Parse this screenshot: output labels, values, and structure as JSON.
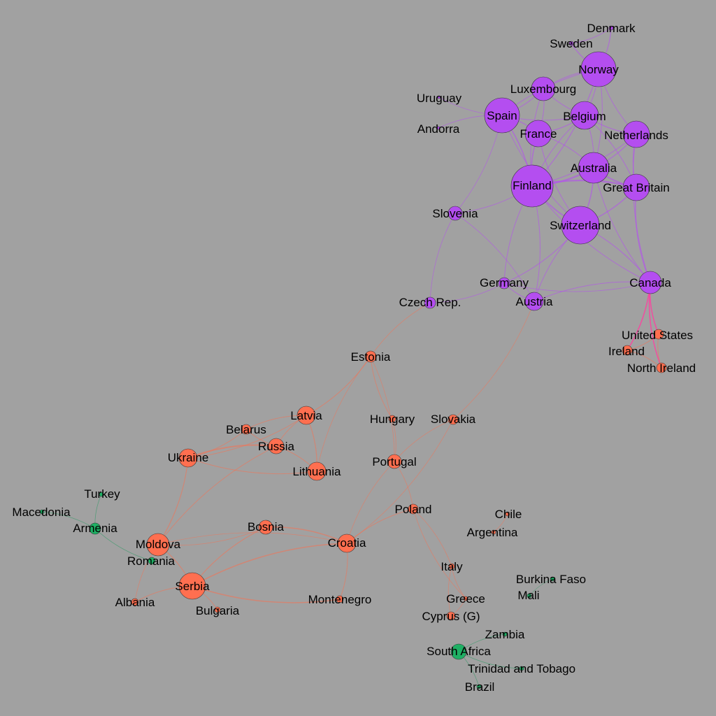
{
  "diagram": {
    "type": "network-graph",
    "colors": {
      "background": "#a1a1a1",
      "cluster_purple": "#b44ef0",
      "cluster_orange": "#ff6f50",
      "cluster_green": "#1eb064",
      "edge_purple": "#b44ef0",
      "edge_orange": "#f07458",
      "edge_green": "#2a9a62",
      "edge_pink": "#ff3fa0"
    },
    "nodes": [
      {
        "id": "denmark",
        "label": "Denmark",
        "cluster": "purple"
      },
      {
        "id": "sweden",
        "label": "Sweden",
        "cluster": "purple"
      },
      {
        "id": "norway",
        "label": "Norway",
        "cluster": "purple"
      },
      {
        "id": "luxembourg",
        "label": "Luxembourg",
        "cluster": "purple"
      },
      {
        "id": "uruguay",
        "label": "Uruguay",
        "cluster": "purple"
      },
      {
        "id": "spain",
        "label": "Spain",
        "cluster": "purple"
      },
      {
        "id": "belgium",
        "label": "Belgium",
        "cluster": "purple"
      },
      {
        "id": "andorra",
        "label": "Andorra",
        "cluster": "purple"
      },
      {
        "id": "france",
        "label": "France",
        "cluster": "purple"
      },
      {
        "id": "netherlands",
        "label": "Netherlands",
        "cluster": "purple"
      },
      {
        "id": "australia",
        "label": "Australia",
        "cluster": "purple"
      },
      {
        "id": "finland",
        "label": "Finland",
        "cluster": "purple"
      },
      {
        "id": "greatbritain",
        "label": "Great Britain",
        "cluster": "purple"
      },
      {
        "id": "slovenia",
        "label": "Slovenia",
        "cluster": "purple"
      },
      {
        "id": "switzerland",
        "label": "Switzerland",
        "cluster": "purple"
      },
      {
        "id": "germany",
        "label": "Germany",
        "cluster": "purple"
      },
      {
        "id": "canada",
        "label": "Canada",
        "cluster": "purple"
      },
      {
        "id": "czech",
        "label": "Czech Rep.",
        "cluster": "purple"
      },
      {
        "id": "austria",
        "label": "Austria",
        "cluster": "purple"
      },
      {
        "id": "unitedstates",
        "label": "United States",
        "cluster": "orange"
      },
      {
        "id": "ireland",
        "label": "Ireland",
        "cluster": "orange"
      },
      {
        "id": "northireland",
        "label": "North Ireland",
        "cluster": "orange"
      },
      {
        "id": "estonia",
        "label": "Estonia",
        "cluster": "orange"
      },
      {
        "id": "latvia",
        "label": "Latvia",
        "cluster": "orange"
      },
      {
        "id": "hungary",
        "label": "Hungary",
        "cluster": "orange"
      },
      {
        "id": "slovakia",
        "label": "Slovakia",
        "cluster": "orange"
      },
      {
        "id": "belarus",
        "label": "Belarus",
        "cluster": "orange"
      },
      {
        "id": "russia",
        "label": "Russia",
        "cluster": "orange"
      },
      {
        "id": "ukraine",
        "label": "Ukraine",
        "cluster": "orange"
      },
      {
        "id": "portugal",
        "label": "Portugal",
        "cluster": "orange"
      },
      {
        "id": "lithuania",
        "label": "Lithuania",
        "cluster": "orange"
      },
      {
        "id": "poland",
        "label": "Poland",
        "cluster": "orange"
      },
      {
        "id": "bosnia",
        "label": "Bosnia",
        "cluster": "orange"
      },
      {
        "id": "croatia",
        "label": "Croatia",
        "cluster": "orange"
      },
      {
        "id": "moldova",
        "label": "Moldova",
        "cluster": "orange"
      },
      {
        "id": "serbia",
        "label": "Serbia",
        "cluster": "orange"
      },
      {
        "id": "albania",
        "label": "Albania",
        "cluster": "orange"
      },
      {
        "id": "bulgaria",
        "label": "Bulgaria",
        "cluster": "orange"
      },
      {
        "id": "montenegro",
        "label": "Montenegro",
        "cluster": "orange"
      },
      {
        "id": "italy",
        "label": "Italy",
        "cluster": "orange"
      },
      {
        "id": "greece",
        "label": "Greece",
        "cluster": "orange"
      },
      {
        "id": "cyprus",
        "label": "Cyprus (G)",
        "cluster": "orange"
      },
      {
        "id": "chile",
        "label": "Chile",
        "cluster": "orange"
      },
      {
        "id": "argentina",
        "label": "Argentina",
        "cluster": "orange"
      },
      {
        "id": "turkey",
        "label": "Turkey",
        "cluster": "green"
      },
      {
        "id": "macedonia",
        "label": "Macedonia",
        "cluster": "green"
      },
      {
        "id": "armenia",
        "label": "Armenia",
        "cluster": "green"
      },
      {
        "id": "romania",
        "label": "Romania",
        "cluster": "green"
      },
      {
        "id": "burkinafaso",
        "label": "Burkina Faso",
        "cluster": "green"
      },
      {
        "id": "mali",
        "label": "Mali",
        "cluster": "green"
      },
      {
        "id": "zambia",
        "label": "Zambia",
        "cluster": "green"
      },
      {
        "id": "southafrica",
        "label": "South Africa",
        "cluster": "green"
      },
      {
        "id": "trinidad",
        "label": "Trinidad and Tobago",
        "cluster": "green"
      },
      {
        "id": "brazil",
        "label": "Brazil",
        "cluster": "green"
      }
    ],
    "edges": [
      [
        "denmark",
        "norway",
        "purple",
        1.2
      ],
      [
        "sweden",
        "norway",
        "purple",
        1.2
      ],
      [
        "denmark",
        "sweden",
        "purple",
        0.8
      ],
      [
        "norway",
        "luxembourg",
        "purple",
        1
      ],
      [
        "norway",
        "belgium",
        "purple",
        1
      ],
      [
        "norway",
        "netherlands",
        "purple",
        1
      ],
      [
        "norway",
        "finland",
        "purple",
        1.2
      ],
      [
        "norway",
        "spain",
        "purple",
        1
      ],
      [
        "norway",
        "australia",
        "purple",
        1
      ],
      [
        "uruguay",
        "spain",
        "purple",
        0.8
      ],
      [
        "andorra",
        "spain",
        "purple",
        0.8
      ],
      [
        "spain",
        "luxembourg",
        "purple",
        1
      ],
      [
        "spain",
        "france",
        "purple",
        1.2
      ],
      [
        "spain",
        "belgium",
        "purple",
        1
      ],
      [
        "spain",
        "finland",
        "purple",
        1.5
      ],
      [
        "spain",
        "switzerland",
        "purple",
        1
      ],
      [
        "spain",
        "slovenia",
        "purple",
        0.8
      ],
      [
        "luxembourg",
        "belgium",
        "purple",
        1
      ],
      [
        "luxembourg",
        "france",
        "purple",
        1
      ],
      [
        "luxembourg",
        "finland",
        "purple",
        1
      ],
      [
        "belgium",
        "france",
        "purple",
        1.2
      ],
      [
        "belgium",
        "netherlands",
        "purple",
        1.2
      ],
      [
        "belgium",
        "australia",
        "purple",
        1
      ],
      [
        "belgium",
        "finland",
        "purple",
        1
      ],
      [
        "belgium",
        "greatbritain",
        "purple",
        1
      ],
      [
        "france",
        "finland",
        "purple",
        1.5
      ],
      [
        "france",
        "australia",
        "purple",
        1
      ],
      [
        "france",
        "switzerland",
        "purple",
        1
      ],
      [
        "netherlands",
        "australia",
        "purple",
        1.2
      ],
      [
        "netherlands",
        "greatbritain",
        "purple",
        1.2
      ],
      [
        "netherlands",
        "finland",
        "purple",
        1
      ],
      [
        "netherlands",
        "canada",
        "purple",
        1
      ],
      [
        "australia",
        "finland",
        "purple",
        2.2
      ],
      [
        "australia",
        "greatbritain",
        "purple",
        1.8
      ],
      [
        "australia",
        "switzerland",
        "purple",
        1.5
      ],
      [
        "australia",
        "canada",
        "purple",
        1
      ],
      [
        "finland",
        "greatbritain",
        "purple",
        2.2
      ],
      [
        "finland",
        "switzerland",
        "purple",
        1.8
      ],
      [
        "finland",
        "slovenia",
        "purple",
        1
      ],
      [
        "finland",
        "canada",
        "purple",
        1
      ],
      [
        "finland",
        "austria",
        "purple",
        1
      ],
      [
        "finland",
        "germany",
        "purple",
        1
      ],
      [
        "greatbritain",
        "switzerland",
        "purple",
        1.5
      ],
      [
        "greatbritain",
        "canada",
        "purple",
        1.5
      ],
      [
        "switzerland",
        "canada",
        "purple",
        1.2
      ],
      [
        "switzerland",
        "austria",
        "purple",
        1
      ],
      [
        "switzerland",
        "germany",
        "purple",
        1
      ],
      [
        "slovenia",
        "czech",
        "purple",
        0.8
      ],
      [
        "slovenia",
        "austria",
        "purple",
        0.8
      ],
      [
        "germany",
        "austria",
        "purple",
        1
      ],
      [
        "germany",
        "czech",
        "purple",
        0.8
      ],
      [
        "germany",
        "canada",
        "purple",
        0.8
      ],
      [
        "austria",
        "canada",
        "purple",
        1
      ],
      [
        "canada",
        "unitedstates",
        "pink",
        1.5
      ],
      [
        "canada",
        "ireland",
        "pink",
        1.5
      ],
      [
        "canada",
        "northireland",
        "pink",
        1.5
      ],
      [
        "unitedstates",
        "ireland",
        "orange",
        1
      ],
      [
        "unitedstates",
        "northireland",
        "orange",
        1
      ],
      [
        "ireland",
        "northireland",
        "orange",
        1
      ],
      [
        "czech",
        "estonia",
        "orange",
        0.8
      ],
      [
        "estonia",
        "latvia",
        "orange",
        1
      ],
      [
        "estonia",
        "hungary",
        "orange",
        1
      ],
      [
        "estonia",
        "portugal",
        "orange",
        0.8
      ],
      [
        "estonia",
        "lithuania",
        "orange",
        0.8
      ],
      [
        "austria",
        "slovakia",
        "orange",
        0.8
      ],
      [
        "slovakia",
        "portugal",
        "orange",
        0.8
      ],
      [
        "slovakia",
        "croatia",
        "orange",
        0.8
      ],
      [
        "latvia",
        "russia",
        "orange",
        1
      ],
      [
        "latvia",
        "lithuania",
        "orange",
        1.2
      ],
      [
        "latvia",
        "belarus",
        "orange",
        1
      ],
      [
        "latvia",
        "ukraine",
        "orange",
        1
      ],
      [
        "belarus",
        "russia",
        "orange",
        1
      ],
      [
        "belarus",
        "ukraine",
        "orange",
        1
      ],
      [
        "russia",
        "ukraine",
        "orange",
        2
      ],
      [
        "russia",
        "lithuania",
        "orange",
        1
      ],
      [
        "russia",
        "moldova",
        "orange",
        1
      ],
      [
        "ukraine",
        "moldova",
        "orange",
        1.2
      ],
      [
        "ukraine",
        "lithuania",
        "orange",
        1
      ],
      [
        "hungary",
        "portugal",
        "orange",
        0.8
      ],
      [
        "portugal",
        "croatia",
        "orange",
        0.8
      ],
      [
        "portugal",
        "poland",
        "orange",
        0.8
      ],
      [
        "poland",
        "croatia",
        "orange",
        1
      ],
      [
        "poland",
        "italy",
        "orange",
        0.8
      ],
      [
        "poland",
        "greece",
        "orange",
        0.8
      ],
      [
        "moldova",
        "serbia",
        "orange",
        1.2
      ],
      [
        "moldova",
        "bosnia",
        "orange",
        0.8
      ],
      [
        "moldova",
        "croatia",
        "orange",
        0.8
      ],
      [
        "moldova",
        "albania",
        "orange",
        0.8
      ],
      [
        "bosnia",
        "croatia",
        "orange",
        1.5
      ],
      [
        "bosnia",
        "serbia",
        "orange",
        1.2
      ],
      [
        "serbia",
        "croatia",
        "orange",
        1.5
      ],
      [
        "serbia",
        "montenegro",
        "orange",
        1.5
      ],
      [
        "serbia",
        "bulgaria",
        "orange",
        1
      ],
      [
        "serbia",
        "albania",
        "orange",
        1
      ],
      [
        "croatia",
        "montenegro",
        "orange",
        1
      ],
      [
        "italy",
        "greece",
        "orange",
        0.8
      ],
      [
        "greece",
        "cyprus",
        "orange",
        0.8
      ],
      [
        "italy",
        "cyprus",
        "orange",
        0.8
      ],
      [
        "chile",
        "argentina",
        "orange",
        0.8
      ],
      [
        "turkey",
        "armenia",
        "green",
        0.8
      ],
      [
        "macedonia",
        "armenia",
        "green",
        0.8
      ],
      [
        "armenia",
        "romania",
        "green",
        0.8
      ],
      [
        "southafrica",
        "zambia",
        "green",
        0.8
      ],
      [
        "southafrica",
        "trinidad",
        "green",
        0.8
      ],
      [
        "southafrica",
        "brazil",
        "green",
        0.8
      ],
      [
        "burkinafaso",
        "mali",
        "green",
        0.6
      ]
    ]
  }
}
